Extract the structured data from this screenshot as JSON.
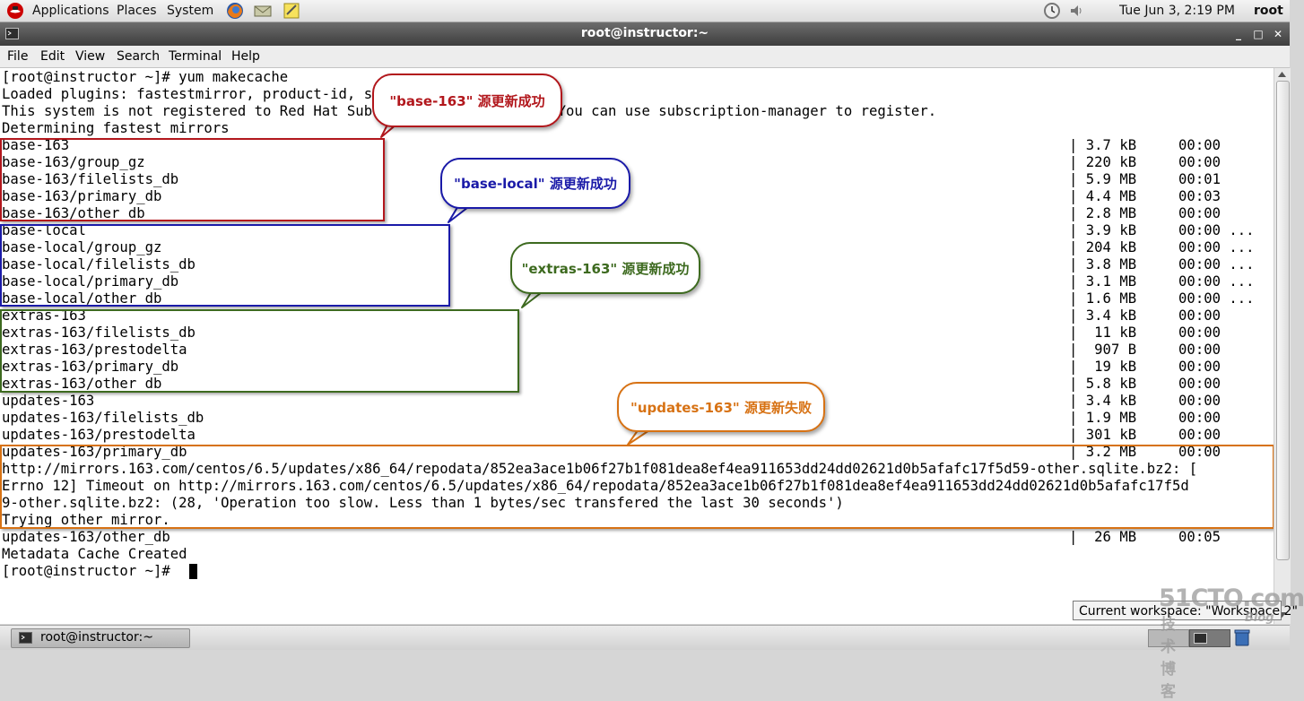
{
  "top_panel": {
    "menus": [
      "Applications",
      "Places",
      "System"
    ],
    "clock": "Tue Jun  3,  2:19 PM",
    "user": "root"
  },
  "window": {
    "title": "root@instructor:~"
  },
  "menubar": [
    "File",
    "Edit",
    "View",
    "Search",
    "Terminal",
    "Help"
  ],
  "terminal": {
    "lines": [
      "[root@instructor ~]# yum makecache",
      "Loaded plugins: fastestmirror, product-id, subscription-manager",
      "This system is not registered to Red Hat Subscription Management. You can use subscription-manager to register.",
      "Determining fastest mirrors",
      "base-163",
      "base-163/group_gz",
      "base-163/filelists_db",
      "base-163/primary_db",
      "base-163/other_db",
      "base-local",
      "base-local/group_gz",
      "base-local/filelists_db",
      "base-local/primary_db",
      "base-local/other_db",
      "extras-163",
      "extras-163/filelists_db",
      "extras-163/prestodelta",
      "extras-163/primary_db",
      "extras-163/other_db",
      "updates-163",
      "updates-163/filelists_db",
      "updates-163/prestodelta",
      "updates-163/primary_db",
      "http://mirrors.163.com/centos/6.5/updates/x86_64/repodata/852ea3ace1b06f27b1f081dea8ef4ea911653dd24dd02621d0b5afafc17f5d59-other.sqlite.bz2: [",
      "Errno 12] Timeout on http://mirrors.163.com/centos/6.5/updates/x86_64/repodata/852ea3ace1b06f27b1f081dea8ef4ea911653dd24dd02621d0b5afafc17f5d",
      "9-other.sqlite.bz2: (28, 'Operation too slow. Less than 1 bytes/sec transfered the last 30 seconds')",
      "Trying other mirror.",
      "updates-163/other_db",
      "Metadata Cache Created",
      "[root@instructor ~]# "
    ],
    "sizes": [
      {
        "row": 4,
        "text": "| 3.7 kB     00:00"
      },
      {
        "row": 5,
        "text": "| 220 kB     00:00"
      },
      {
        "row": 6,
        "text": "| 5.9 MB     00:01"
      },
      {
        "row": 7,
        "text": "| 4.4 MB     00:03"
      },
      {
        "row": 8,
        "text": "| 2.8 MB     00:00"
      },
      {
        "row": 9,
        "text": "| 3.9 kB     00:00 ..."
      },
      {
        "row": 10,
        "text": "| 204 kB     00:00 ..."
      },
      {
        "row": 11,
        "text": "| 3.8 MB     00:00 ..."
      },
      {
        "row": 12,
        "text": "| 3.1 MB     00:00 ..."
      },
      {
        "row": 13,
        "text": "| 1.6 MB     00:00 ..."
      },
      {
        "row": 14,
        "text": "| 3.4 kB     00:00"
      },
      {
        "row": 15,
        "text": "|  11 kB     00:00"
      },
      {
        "row": 16,
        "text": "|  907 B     00:00"
      },
      {
        "row": 17,
        "text": "|  19 kB     00:00"
      },
      {
        "row": 18,
        "text": "| 5.8 kB     00:00"
      },
      {
        "row": 19,
        "text": "| 3.4 kB     00:00"
      },
      {
        "row": 20,
        "text": "| 1.9 MB     00:00"
      },
      {
        "row": 21,
        "text": "| 301 kB     00:00"
      },
      {
        "row": 22,
        "text": "| 3.2 MB     00:00"
      },
      {
        "row": 27,
        "text": "|  26 MB     00:05"
      }
    ]
  },
  "annotations": {
    "base_163": "\"base-163\" 源更新成功",
    "base_local": "\"base-local\" 源更新成功",
    "extras_163": "\"extras-163\" 源更新成功",
    "updates_163": "\"updates-163\" 源更新失败"
  },
  "colors": {
    "red": "#b2171c",
    "blue": "#1a1aa8",
    "green": "#3d6a1f",
    "orange": "#d77214"
  },
  "taskbar": {
    "window_button": "root@instructor:~"
  },
  "workspace_tooltip": "Current workspace: \"Workspace 2\"",
  "watermark": {
    "main": "51CTO.com",
    "sub": "技术博客",
    "blog": "Blog"
  }
}
